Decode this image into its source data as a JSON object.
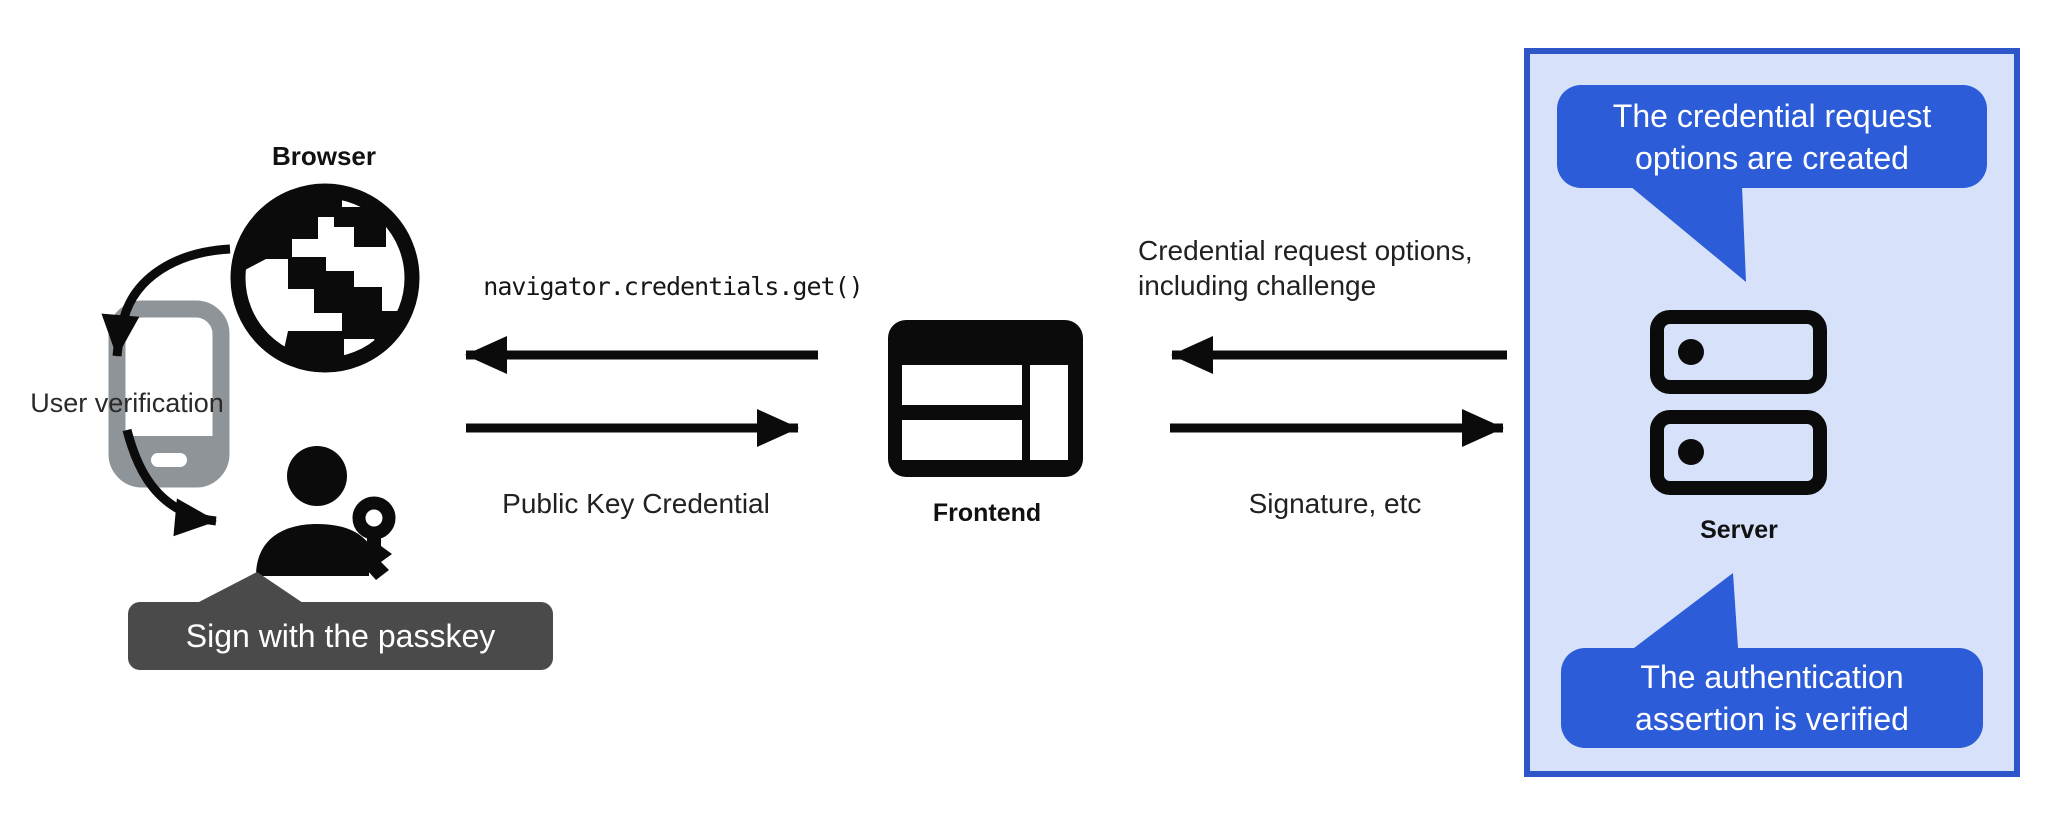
{
  "diagram": {
    "description": "Passkey sign-in flow diagram",
    "left_actor": {
      "browser_label": "Browser",
      "user_verification_label": "User verification",
      "passkey_tooltip": "Sign with the passkey"
    },
    "frontend_flow": {
      "call_code": "navigator.credentials.get()",
      "return_label": "Public Key Credential"
    },
    "frontend": {
      "label": "Frontend"
    },
    "server_flow": {
      "request_line1": "Credential request options,",
      "request_line2": "including challenge",
      "response_label": "Signature, etc"
    },
    "server_panel": {
      "server_label": "Server",
      "bubble_top": {
        "line1": "The credential request",
        "line2": "options are created"
      },
      "bubble_bottom": {
        "line1": "The authentication",
        "line2": "assertion is verified"
      }
    },
    "icons": {
      "globe": "globe-icon",
      "phone": "smartphone-icon",
      "person_key": "user-with-passkey-icon",
      "frontend_window": "browser-window-icon",
      "server": "server-stack-icon",
      "arrows": "flow-arrow"
    },
    "colors": {
      "panel_bg": "#d7e2fa",
      "panel_border": "#2e56c9",
      "bubble_bg": "#2d5cd8",
      "bubble_text": "#ffffff",
      "tooltip_bg": "#4a4a4a",
      "tooltip_text": "#ffffff",
      "phone_gray": "#8f9499",
      "ink": "#111111"
    }
  }
}
